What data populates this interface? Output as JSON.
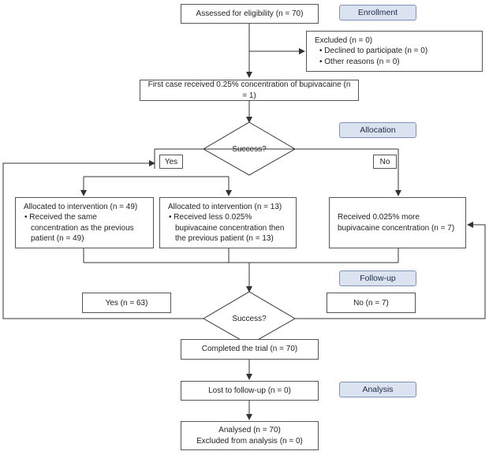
{
  "stages": {
    "enrollment": "Enrollment",
    "allocation": "Allocation",
    "followup": "Follow-up",
    "analysis": "Analysis"
  },
  "boxes": {
    "assessed": "Assessed for eligibility (n = 70)",
    "excluded": {
      "title": "Excluded (n = 0)",
      "items": [
        "• Declined to participate (n = 0)",
        "• Other reasons (n = 0)"
      ]
    },
    "first_case": "First case received 0.25% concentration of bupivacaine (n = 1)",
    "success_1": "Success?",
    "yes_1": "Yes",
    "no_1": "No",
    "alloc_49": {
      "title": "Allocated to intervention (n = 49)",
      "item": "• Received the same concentration as the previous patient (n = 49)"
    },
    "alloc_13": {
      "title": "Allocated to intervention (n = 13)",
      "item": "• Received less 0.025% bupivacaine concentration then the previous patient (n = 13)"
    },
    "more_7": "Received 0.025% more bupivacaine concentration (n = 7)",
    "yes_63": "Yes (n = 63)",
    "success_2": "Success?",
    "no_7": "No (n = 7)",
    "completed": "Completed the trial (n = 70)",
    "lost": "Lost to follow-up (n = 0)",
    "analysed": "Analysed (n = 70)",
    "excluded_analysis": "Excluded from analysis (n = 0)"
  }
}
